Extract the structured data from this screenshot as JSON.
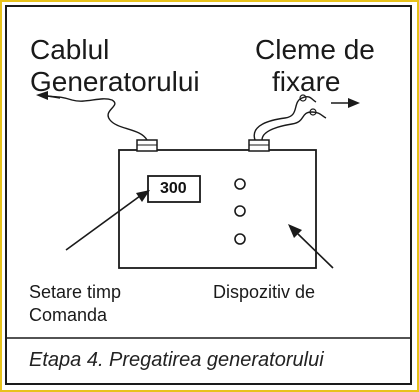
{
  "labels": {
    "cable_line1": "Cablul",
    "cable_line2": "Generatorului",
    "clamps_line1": "Cleme de",
    "clamps_line2": "fixare",
    "timer_line1": "Setare timp",
    "timer_line2": "Comanda",
    "device": "Dispozitiv de"
  },
  "display": {
    "value": "300"
  },
  "caption": "Etapa 4. Pregatirea generatorului",
  "colors": {
    "frame_yellow": "#e8c21a",
    "ink": "#1a1a1a"
  }
}
